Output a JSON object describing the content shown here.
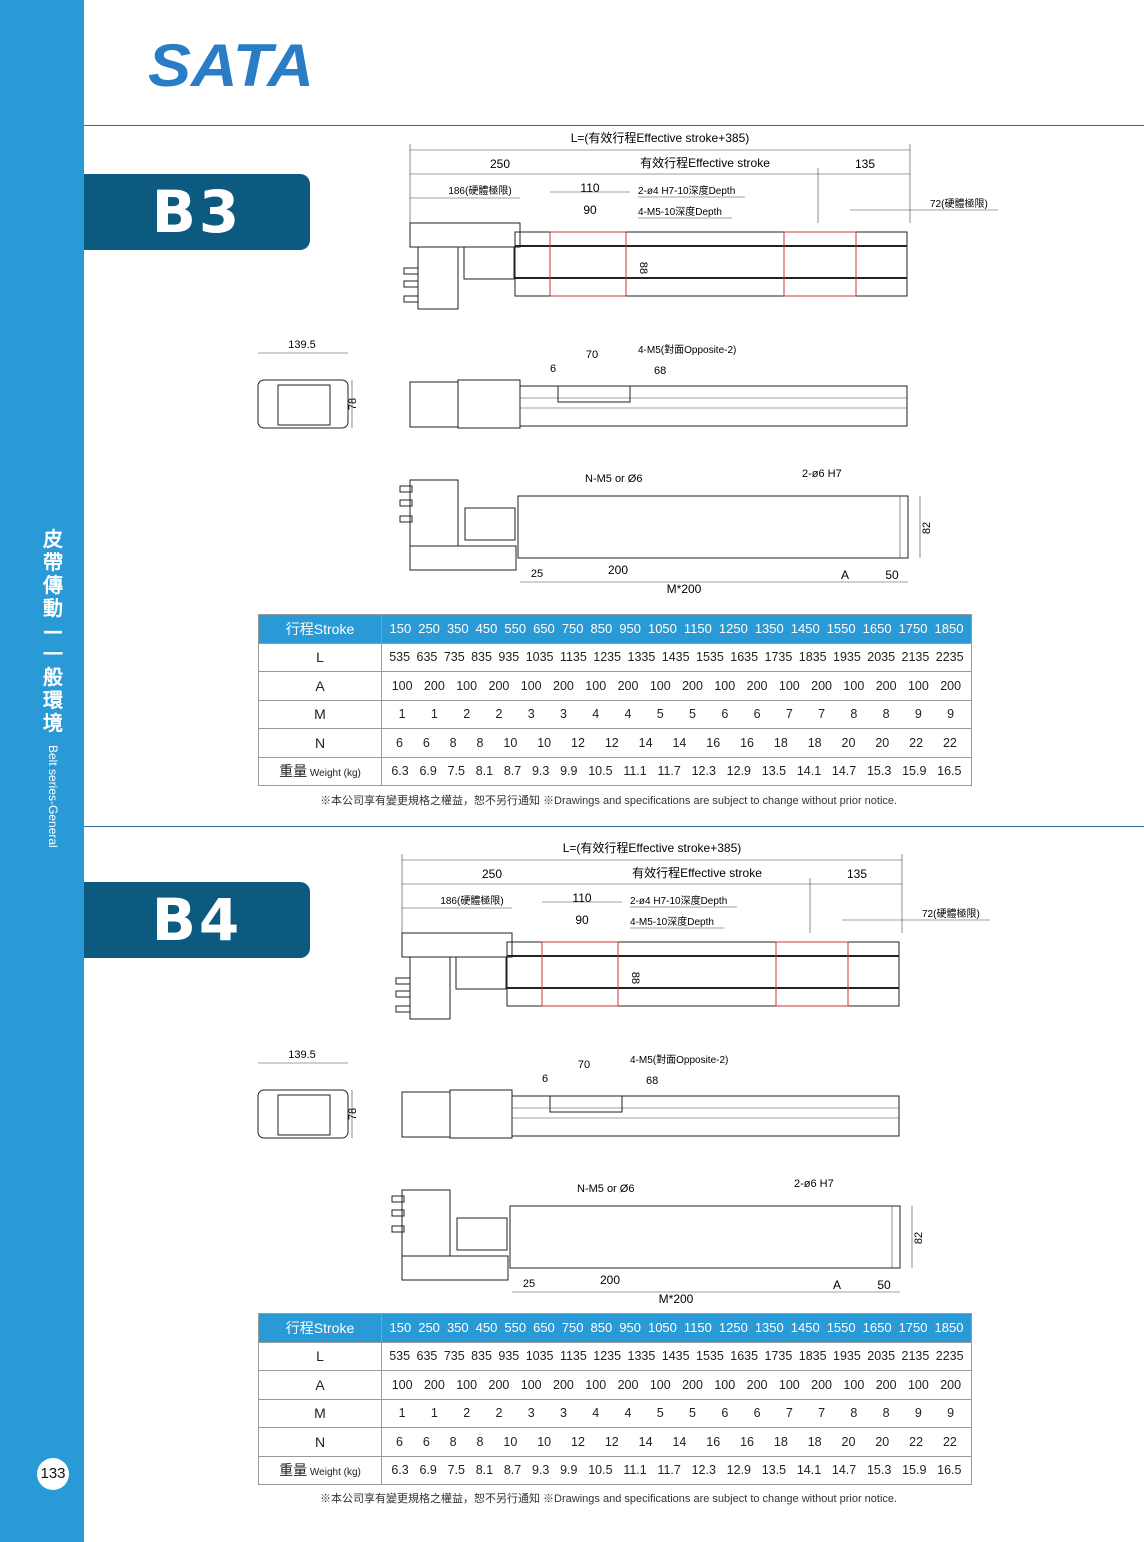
{
  "brand": {
    "logo": "SATA"
  },
  "sidebar": {
    "category_cn": "皮帶傳動—一般環境",
    "category_cn_chars": [
      "皮",
      "帶",
      "傳",
      "動",
      "—",
      "一",
      "般",
      "環",
      "境"
    ],
    "category_en": "Belt series-General",
    "page_number": "133"
  },
  "note": "※本公司享有變更規格之權益，恕不另行通知 ※Drawings and specifications are subject to change without prior notice.",
  "drawing_labels": {
    "total_length": "L=(有效行程Effective stroke+385)",
    "d250": "250",
    "effective_stroke": "有效行程Effective stroke",
    "d135": "135",
    "d186": "186(硬體極限)",
    "d110": "110",
    "d90": "90",
    "hole1": "2-ø4 H7-10深度Depth",
    "hole2": "4-M5-10深度Depth",
    "d72": "72(硬體極限)",
    "d88": "88",
    "d139": "139.5",
    "d78": "78",
    "d70": "70",
    "d6": "6",
    "d68": "68",
    "opposite": "4-M5(對面Opposite-2)",
    "nm5": "N-M5 or Ø6",
    "pin": "2-ø6 H7",
    "d82": "82",
    "d25": "25",
    "d200": "200",
    "m200": "M*200",
    "dA": "A",
    "d50": "50"
  },
  "sections": [
    {
      "model": "B3",
      "table": {
        "stroke_label": "行程Stroke",
        "stroke": [
          "150",
          "250",
          "350",
          "450",
          "550",
          "650",
          "750",
          "850",
          "950",
          "1050",
          "1150",
          "1250",
          "1350",
          "1450",
          "1550",
          "1650",
          "1750",
          "1850"
        ],
        "rows": [
          {
            "label": "L",
            "values": [
              "535",
              "635",
              "735",
              "835",
              "935",
              "1035",
              "1135",
              "1235",
              "1335",
              "1435",
              "1535",
              "1635",
              "1735",
              "1835",
              "1935",
              "2035",
              "2135",
              "2235"
            ]
          },
          {
            "label": "A",
            "values": [
              "100",
              "200",
              "100",
              "200",
              "100",
              "200",
              "100",
              "200",
              "100",
              "200",
              "100",
              "200",
              "100",
              "200",
              "100",
              "200",
              "100",
              "200"
            ]
          },
          {
            "label": "M",
            "values": [
              "1",
              "1",
              "2",
              "2",
              "3",
              "3",
              "4",
              "4",
              "5",
              "5",
              "6",
              "6",
              "7",
              "7",
              "8",
              "8",
              "9",
              "9"
            ]
          },
          {
            "label": "N",
            "values": [
              "6",
              "6",
              "8",
              "8",
              "10",
              "10",
              "12",
              "12",
              "14",
              "14",
              "16",
              "16",
              "18",
              "18",
              "20",
              "20",
              "22",
              "22"
            ]
          }
        ],
        "weight_label_cn": "重量",
        "weight_label_en": "Weight (kg)",
        "weight": [
          "6.3",
          "6.9",
          "7.5",
          "8.1",
          "8.7",
          "9.3",
          "9.9",
          "10.5",
          "11.1",
          "11.7",
          "12.3",
          "12.9",
          "13.5",
          "14.1",
          "14.7",
          "15.3",
          "15.9",
          "16.5"
        ]
      }
    },
    {
      "model": "B4",
      "table": {
        "stroke_label": "行程Stroke",
        "stroke": [
          "150",
          "250",
          "350",
          "450",
          "550",
          "650",
          "750",
          "850",
          "950",
          "1050",
          "1150",
          "1250",
          "1350",
          "1450",
          "1550",
          "1650",
          "1750",
          "1850"
        ],
        "rows": [
          {
            "label": "L",
            "values": [
              "535",
              "635",
              "735",
              "835",
              "935",
              "1035",
              "1135",
              "1235",
              "1335",
              "1435",
              "1535",
              "1635",
              "1735",
              "1835",
              "1935",
              "2035",
              "2135",
              "2235"
            ]
          },
          {
            "label": "A",
            "values": [
              "100",
              "200",
              "100",
              "200",
              "100",
              "200",
              "100",
              "200",
              "100",
              "200",
              "100",
              "200",
              "100",
              "200",
              "100",
              "200",
              "100",
              "200"
            ]
          },
          {
            "label": "M",
            "values": [
              "1",
              "1",
              "2",
              "2",
              "3",
              "3",
              "4",
              "4",
              "5",
              "5",
              "6",
              "6",
              "7",
              "7",
              "8",
              "8",
              "9",
              "9"
            ]
          },
          {
            "label": "N",
            "values": [
              "6",
              "6",
              "8",
              "8",
              "10",
              "10",
              "12",
              "12",
              "14",
              "14",
              "16",
              "16",
              "18",
              "18",
              "20",
              "20",
              "22",
              "22"
            ]
          }
        ],
        "weight_label_cn": "重量",
        "weight_label_en": "Weight (kg)",
        "weight": [
          "6.3",
          "6.9",
          "7.5",
          "8.1",
          "8.7",
          "9.3",
          "9.9",
          "10.5",
          "11.1",
          "11.7",
          "12.3",
          "12.9",
          "13.5",
          "14.1",
          "14.7",
          "15.3",
          "15.9",
          "16.5"
        ]
      }
    }
  ]
}
